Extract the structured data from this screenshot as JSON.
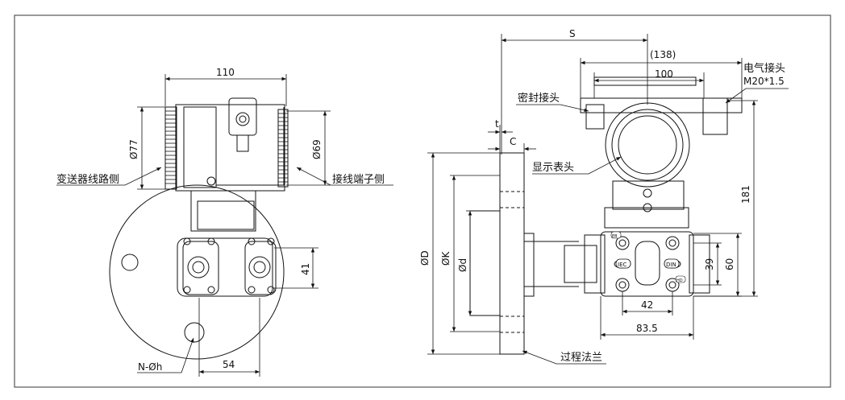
{
  "side_view": {
    "dims": {
      "width_top": "110",
      "dia_left": "Ø77",
      "dia_right": "Ø69",
      "height_41": "41",
      "width_54": "54",
      "holes": "N-Øh"
    },
    "callouts": {
      "transmitter_side": "变送器线路侧",
      "terminal_side": "接线端子侧"
    }
  },
  "front_view": {
    "dims": {
      "S": "S",
      "d138": "(138)",
      "d100": "100",
      "t": "t",
      "C": "C",
      "D": "ØD",
      "K": "ØK",
      "d": "Ød",
      "h181": "181",
      "h39": "39",
      "h60": "60",
      "w42": "42",
      "w83": "83.5"
    },
    "callouts": {
      "elec_conn_line1": "电气接头",
      "elec_conn_line2": "M20*1.5",
      "seal_joint": "密封接头",
      "display_head": "显示表头",
      "process_flange": "过程法兰"
    }
  },
  "badges": {
    "iec_left": "IEC",
    "iec_right": "DIN",
    "small1": "EB",
    "small2": "HD"
  }
}
